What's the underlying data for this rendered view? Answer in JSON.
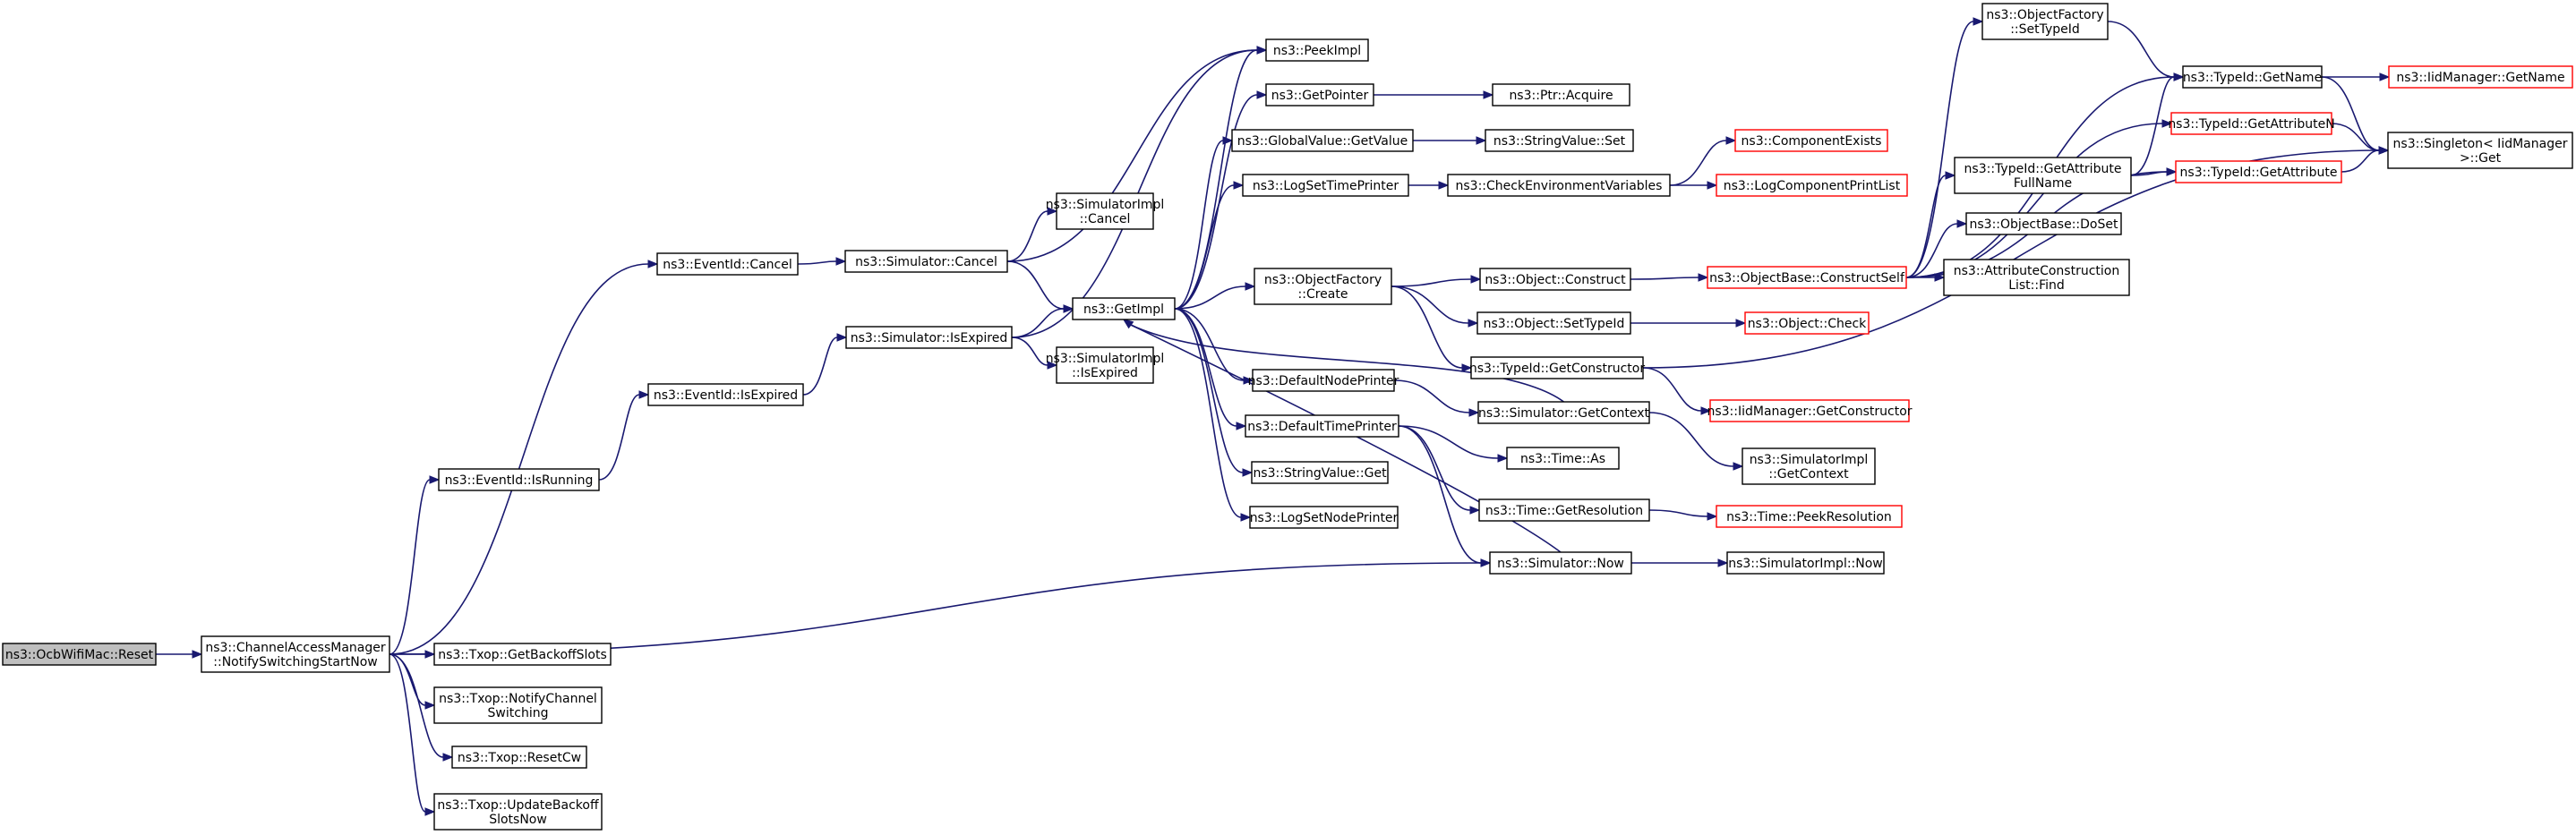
{
  "nodes": [
    {
      "id": "n0",
      "lines": [
        "ns3::OcbWifiMac::Reset"
      ],
      "kind": "root"
    },
    {
      "id": "n1",
      "lines": [
        "ns3::ChannelAccessManager",
        "::NotifySwitchingStartNow"
      ]
    },
    {
      "id": "n2",
      "lines": [
        "ns3::EventId::Cancel"
      ]
    },
    {
      "id": "n3",
      "lines": [
        "ns3::EventId::IsRunning"
      ]
    },
    {
      "id": "n4",
      "lines": [
        "ns3::Simulator::Now"
      ]
    },
    {
      "id": "n5",
      "lines": [
        "ns3::Txop::GetBackoffSlots"
      ]
    },
    {
      "id": "n6",
      "lines": [
        "ns3::Txop::NotifyChannel",
        "Switching"
      ]
    },
    {
      "id": "n7",
      "lines": [
        "ns3::Txop::ResetCw"
      ]
    },
    {
      "id": "n8",
      "lines": [
        "ns3::Txop::UpdateBackoff",
        "SlotsNow"
      ]
    },
    {
      "id": "n9",
      "lines": [
        "ns3::Simulator::Cancel"
      ]
    },
    {
      "id": "n10",
      "lines": [
        "ns3::GetImpl"
      ]
    },
    {
      "id": "n11",
      "lines": [
        "ns3::PeekImpl"
      ]
    },
    {
      "id": "n12",
      "lines": [
        "ns3::SimulatorImpl",
        "::Cancel"
      ]
    },
    {
      "id": "n13",
      "lines": [
        "ns3::GetPointer"
      ]
    },
    {
      "id": "n14",
      "lines": [
        "ns3::GlobalValue::GetValue"
      ]
    },
    {
      "id": "n15",
      "lines": [
        "ns3::LogSetTimePrinter"
      ]
    },
    {
      "id": "n16",
      "lines": [
        "ns3::ObjectFactory",
        "::Create"
      ]
    },
    {
      "id": "n17",
      "lines": [
        "ns3::DefaultNodePrinter"
      ]
    },
    {
      "id": "n18",
      "lines": [
        "ns3::DefaultTimePrinter"
      ]
    },
    {
      "id": "n19",
      "lines": [
        "ns3::StringValue::Get"
      ]
    },
    {
      "id": "n20",
      "lines": [
        "ns3::LogSetNodePrinter"
      ]
    },
    {
      "id": "n21",
      "lines": [
        "ns3::Ptr::Acquire"
      ]
    },
    {
      "id": "n22",
      "lines": [
        "ns3::StringValue::Set"
      ]
    },
    {
      "id": "n23",
      "lines": [
        "ns3::CheckEnvironmentVariables"
      ]
    },
    {
      "id": "n24",
      "lines": [
        "ns3::ComponentExists"
      ],
      "kind": "trunc"
    },
    {
      "id": "n25",
      "lines": [
        "ns3::LogComponentPrintList"
      ],
      "kind": "trunc"
    },
    {
      "id": "n26",
      "lines": [
        "ns3::Object::Construct"
      ]
    },
    {
      "id": "n27",
      "lines": [
        "ns3::Object::SetTypeId"
      ]
    },
    {
      "id": "n28",
      "lines": [
        "ns3::TypeId::GetConstructor"
      ]
    },
    {
      "id": "n29",
      "lines": [
        "ns3::ObjectBase::ConstructSelf"
      ],
      "kind": "trunc"
    },
    {
      "id": "n30",
      "lines": [
        "ns3::Object::Check"
      ],
      "kind": "trunc"
    },
    {
      "id": "n31",
      "lines": [
        "ns3::IidManager::GetConstructor"
      ],
      "kind": "trunc"
    },
    {
      "id": "n32",
      "lines": [
        "ns3::ObjectFactory",
        "::SetTypeId"
      ]
    },
    {
      "id": "n33",
      "lines": [
        "ns3::TypeId::GetName"
      ]
    },
    {
      "id": "n34",
      "lines": [
        "ns3::IidManager::GetName"
      ],
      "kind": "trunc"
    },
    {
      "id": "n35",
      "lines": [
        "ns3::TypeId::GetAttributeN"
      ],
      "kind": "trunc"
    },
    {
      "id": "n36",
      "lines": [
        "ns3::Singleton< IidManager",
        " >::Get"
      ]
    },
    {
      "id": "n37",
      "lines": [
        "ns3::TypeId::GetAttribute",
        "FullName"
      ]
    },
    {
      "id": "n38",
      "lines": [
        "ns3::TypeId::GetAttribute"
      ],
      "kind": "trunc"
    },
    {
      "id": "n39",
      "lines": [
        "ns3::ObjectBase::DoSet"
      ]
    },
    {
      "id": "n40",
      "lines": [
        "ns3::AttributeConstruction",
        "List::Find"
      ]
    },
    {
      "id": "n41",
      "lines": [
        "ns3::Simulator::IsExpired"
      ]
    },
    {
      "id": "n42",
      "lines": [
        "ns3::SimulatorImpl",
        "::IsExpired"
      ]
    },
    {
      "id": "n43",
      "lines": [
        "ns3::EventId::IsExpired"
      ]
    },
    {
      "id": "n44",
      "lines": [
        "ns3::Simulator::GetContext"
      ]
    },
    {
      "id": "n45",
      "lines": [
        "ns3::SimulatorImpl",
        "::GetContext"
      ]
    },
    {
      "id": "n46",
      "lines": [
        "ns3::Time::As"
      ]
    },
    {
      "id": "n47",
      "lines": [
        "ns3::Time::GetResolution"
      ]
    },
    {
      "id": "n48",
      "lines": [
        "ns3::Time::PeekResolution"
      ],
      "kind": "trunc"
    },
    {
      "id": "n49",
      "lines": [
        "ns3::SimulatorImpl::Now"
      ]
    }
  ],
  "edges": [
    [
      "n0",
      "n1"
    ],
    [
      "n1",
      "n2"
    ],
    [
      "n1",
      "n3"
    ],
    [
      "n1",
      "n4"
    ],
    [
      "n1",
      "n5"
    ],
    [
      "n1",
      "n6"
    ],
    [
      "n1",
      "n7"
    ],
    [
      "n1",
      "n8"
    ],
    [
      "n2",
      "n9"
    ],
    [
      "n3",
      "n43"
    ],
    [
      "n43",
      "n41"
    ],
    [
      "n41",
      "n10"
    ],
    [
      "n41",
      "n42"
    ],
    [
      "n41",
      "n11"
    ],
    [
      "n9",
      "n10"
    ],
    [
      "n9",
      "n11"
    ],
    [
      "n9",
      "n12"
    ],
    [
      "n10",
      "n11"
    ],
    [
      "n10",
      "n13"
    ],
    [
      "n10",
      "n14"
    ],
    [
      "n10",
      "n15"
    ],
    [
      "n10",
      "n16"
    ],
    [
      "n10",
      "n17"
    ],
    [
      "n10",
      "n18"
    ],
    [
      "n10",
      "n19"
    ],
    [
      "n10",
      "n20"
    ],
    [
      "n13",
      "n21"
    ],
    [
      "n14",
      "n22"
    ],
    [
      "n15",
      "n23"
    ],
    [
      "n23",
      "n24"
    ],
    [
      "n23",
      "n25"
    ],
    [
      "n16",
      "n26"
    ],
    [
      "n16",
      "n27"
    ],
    [
      "n16",
      "n28"
    ],
    [
      "n26",
      "n29"
    ],
    [
      "n27",
      "n30"
    ],
    [
      "n28",
      "n31"
    ],
    [
      "n28",
      "n36"
    ],
    [
      "n29",
      "n32"
    ],
    [
      "n29",
      "n33"
    ],
    [
      "n29",
      "n35"
    ],
    [
      "n29",
      "n37"
    ],
    [
      "n29",
      "n38"
    ],
    [
      "n29",
      "n39"
    ],
    [
      "n29",
      "n40"
    ],
    [
      "n32",
      "n33"
    ],
    [
      "n33",
      "n34"
    ],
    [
      "n33",
      "n36"
    ],
    [
      "n35",
      "n36"
    ],
    [
      "n37",
      "n33"
    ],
    [
      "n37",
      "n38"
    ],
    [
      "n38",
      "n36"
    ],
    [
      "n17",
      "n44"
    ],
    [
      "n44",
      "n10"
    ],
    [
      "n44",
      "n45"
    ],
    [
      "n18",
      "n46"
    ],
    [
      "n18",
      "n47"
    ],
    [
      "n18",
      "n4"
    ],
    [
      "n47",
      "n48"
    ],
    [
      "n4",
      "n10"
    ],
    [
      "n4",
      "n49"
    ]
  ]
}
